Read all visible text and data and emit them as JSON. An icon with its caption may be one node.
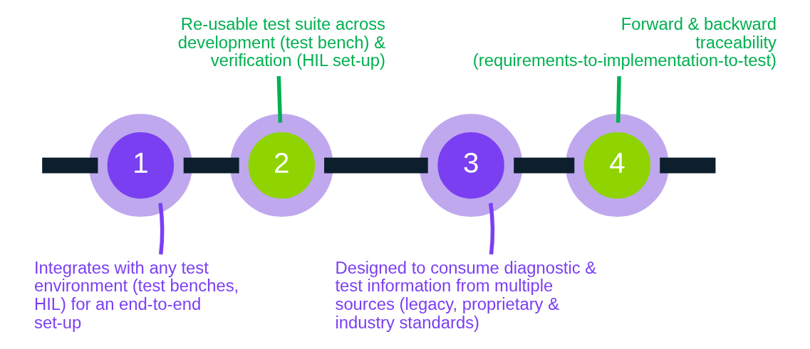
{
  "diagram": {
    "nodes": [
      {
        "text": [
          "1"
        ]
      },
      {
        "text": [
          "2"
        ]
      },
      {
        "text": [
          "3"
        ]
      },
      {
        "text": [
          "4"
        ]
      },
      {
        "text": [
          "Integrates with any test environment (test benches, HIL) for an end-to-end set-up"
        ]
      },
      {
        "text": [
          "Re-usable test suite across development (test bench) & verification (HIL set-up)"
        ]
      },
      {
        "text": [
          "Designed to consume diagnostic & test information from multiple sources (legacy, proprietary & industry standards)"
        ]
      },
      {
        "text": [
          "Forward & backward traceability (requirements-to-implementation-to-test)"
        ]
      }
    ],
    "edges": [
      {
        "from": null,
        "to": 0,
        "arrow": "none"
      },
      {
        "from": 0,
        "to": 1,
        "arrow": "none"
      },
      {
        "from": 1,
        "to": 2,
        "arrow": "none"
      },
      {
        "from": 2,
        "to": 3,
        "arrow": "none"
      },
      {
        "from": 3,
        "to": null,
        "arrow": "none"
      },
      {
        "from": 4,
        "to": 0,
        "arrow": "none",
        "color": "#7b3ff2"
      },
      {
        "from": 5,
        "to": 1,
        "arrow": "none",
        "color": "#00b050"
      },
      {
        "from": 6,
        "to": 2,
        "arrow": "none",
        "color": "#7b3ff2"
      },
      {
        "from": 7,
        "to": 3,
        "arrow": "none",
        "color": "#00b050"
      }
    ]
  }
}
